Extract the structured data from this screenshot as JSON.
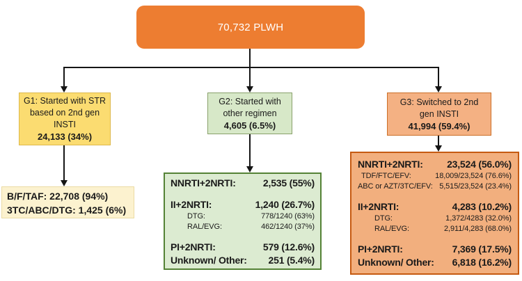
{
  "colors": {
    "root_orange": "#ED7D31",
    "g1_fill": "#FBDC71",
    "g1_border": "#DDB84B",
    "g1_detail_fill": "#FCF2CF",
    "g2_fill": "#D7E8C8",
    "g2_detail_fill": "#DCEBD1",
    "g2_detail_border": "#548235",
    "g3_fill": "#F4B183",
    "g3_detail_border": "#C55A11",
    "connector": "#151515"
  },
  "root": {
    "label": "70,732 PLWH"
  },
  "g1": {
    "line1": "G1: Started with STR",
    "line2": "based on 2nd gen",
    "line3": "INSTI",
    "value": "24,133 (34%)"
  },
  "g2": {
    "line1": "G2: Started with",
    "line2": "other regimen",
    "value": "4,605 (6.5%)"
  },
  "g3": {
    "line1": "G3: Switched to 2nd",
    "line2": "gen INSTI",
    "value": "41,994 (59.4%)"
  },
  "g1_detail": {
    "line1": "B/F/TAF: 22,708 (94%)",
    "line2": "3TC/ABC/DTG: 1,425 (6%)"
  },
  "g2_detail": {
    "rows": [
      {
        "label": "NNRTI+2NRTI:",
        "value": "2,535 (55%)"
      },
      {
        "label": "II+2NRTI:",
        "value": "1,240 (26.7%)"
      },
      {
        "label": "DTG:",
        "value": "778/1240 (63%)"
      },
      {
        "label": "RAL/EVG:",
        "value": "462/1240 (37%)"
      },
      {
        "label": "PI+2NRTI:",
        "value": "579 (12.6%)"
      },
      {
        "label": "Unknown/ Other:",
        "value": "251 (5.4%)"
      }
    ]
  },
  "g3_detail": {
    "rows": [
      {
        "label": "NNRTI+2NRTI:",
        "value": "23,524 (56.0%)"
      },
      {
        "label": "TDF/FTC/EFV:",
        "value": "18,009/23,524 (76.6%)"
      },
      {
        "label": "ABC or AZT/3TC/EFV:",
        "value": "5,515/23,524 (23.4%)"
      },
      {
        "label": "II+2NRTI:",
        "value": "4,283 (10.2%)"
      },
      {
        "label": "DTG:",
        "value": "1,372/4283 (32.0%)"
      },
      {
        "label": "RAL/EVG:",
        "value": "2,911/4,283 (68.0%)"
      },
      {
        "label": "PI+2NRTI:",
        "value": "7,369 (17.5%)"
      },
      {
        "label": "Unknown/ Other:",
        "value": "6,818 (16.2%)"
      }
    ]
  }
}
